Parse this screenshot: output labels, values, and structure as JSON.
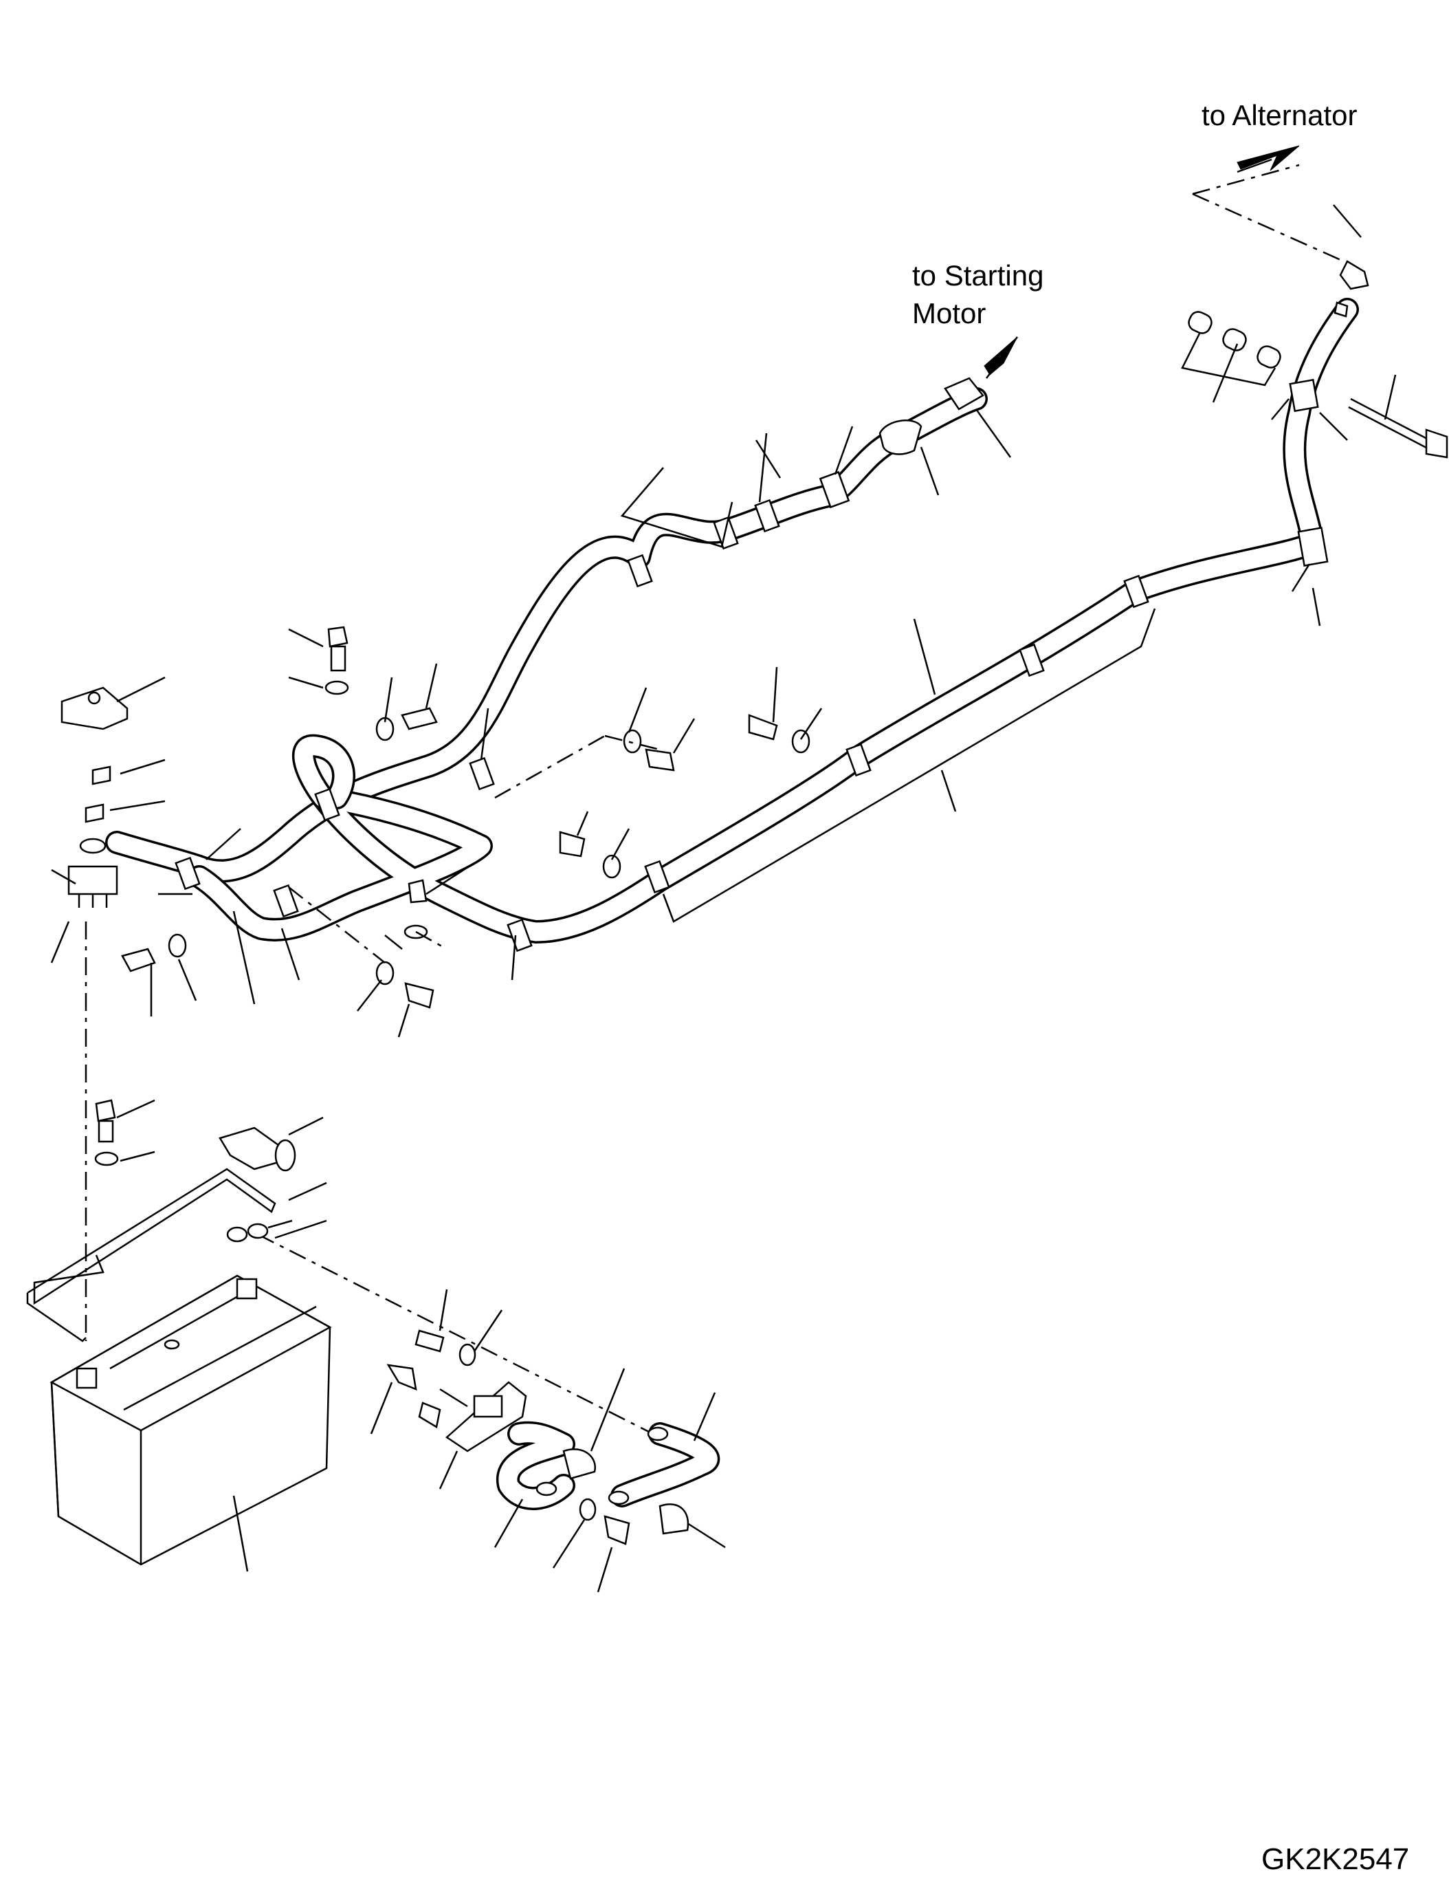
{
  "labels": {
    "to_alternator": "to Alternator",
    "to_starting_motor_line1": "to Starting",
    "to_starting_motor_line2": "Motor",
    "drawing_code": "GK2K2547"
  }
}
